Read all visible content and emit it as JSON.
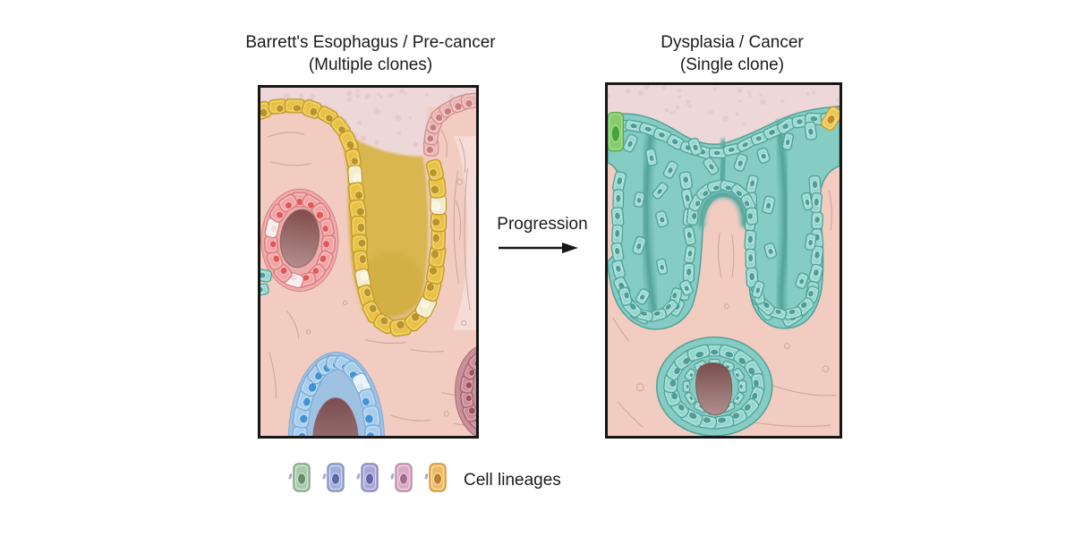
{
  "left_panel": {
    "title_line1": "Barrett's Esophagus / Pre-cancer",
    "title_line2": "(Multiple clones)"
  },
  "right_panel": {
    "title_line1": "Dysplasia / Cancer",
    "title_line2": "(Single clone)"
  },
  "progression": {
    "label": "Progression"
  },
  "legend": {
    "label": "Cell lineages",
    "cells": [
      {
        "name": "green-lineage",
        "body": "#a9c9ab",
        "stroke": "#7fa27f",
        "nucleus": "#69926f",
        "ring": "#cfe2cf"
      },
      {
        "name": "blue-lineage",
        "body": "#9fb0d8",
        "stroke": "#7c8ec0",
        "nucleus": "#5a6cab",
        "ring": "#c9d3ec"
      },
      {
        "name": "purple-lineage",
        "body": "#a9a5d6",
        "stroke": "#8884bf",
        "nucleus": "#6a66ad",
        "ring": "#d0cdec"
      },
      {
        "name": "pink-lineage",
        "body": "#d7a9c3",
        "stroke": "#bc87a9",
        "nucleus": "#a96e92",
        "ring": "#ead0df"
      },
      {
        "name": "orange-lineage",
        "body": "#edba66",
        "stroke": "#cf953a",
        "nucleus": "#c1832f",
        "ring": "#f6dfae"
      }
    ]
  },
  "palette": {
    "canvas": "#ffffff",
    "text": "#1b1b1b",
    "panel_border": "#161616",
    "tissue": "#f2cbc1",
    "surface": "#eed7d8",
    "surface_dots": "#e3c6ca",
    "pale_area": "#f5ded9",
    "squiggle": "#c2948b",
    "legend_dot": "#b3aac2",
    "lumen_top": "#7a4848",
    "lumen_bottom": "#b28c8c",
    "clones": {
      "yellow": {
        "body": "#e9c243",
        "stroke": "#bf9826",
        "nucleus": "#bc9326",
        "ring": "#eedd9a",
        "interior": "#d8b54b"
      },
      "pale_yellow": {
        "body": "#f3edd0",
        "nucleus": "#f8f4e0"
      },
      "pink": {
        "body": "#e9b3b3",
        "stroke": "#cf8f8f",
        "nucleus": "#c97c7c",
        "ring": "#f2d3d3"
      },
      "red": {
        "body": "#f2a4a4",
        "stroke": "#d87878",
        "nucleus": "#e25858",
        "ring": "#f8c8c8",
        "band": "#eeacac"
      },
      "pale_red": {
        "body": "#f7efed",
        "nucleus": "#f0dedd"
      },
      "blue": {
        "body": "#a8cdec",
        "stroke": "#78a8d8",
        "nucleus": "#4292d4",
        "ring": "#cce4f4",
        "band": "#9cc2e4"
      },
      "pale_blue": {
        "body": "#eaf3fa",
        "nucleus": "#d8eaf6"
      },
      "rose": {
        "body": "#ca8c97",
        "stroke": "#a9606e",
        "nucleus": "#9b5160",
        "ring": "#dfb3ba",
        "band": "#c4919c"
      },
      "teal": {
        "body": "#92d6cd",
        "stroke": "#4f9f97",
        "nucleus": "#4f9d96",
        "ring": "#c2ebe5",
        "mass": "#85cdc4",
        "streak": "#66b5ab",
        "streak_dark": "#549e94"
      },
      "green": {
        "body": "#86cc6e",
        "stroke": "#58ab44",
        "nucleus": "#47a13c",
        "ring": "#b9e4a9"
      },
      "orange": {
        "body": "#eec84e",
        "stroke": "#c9992b",
        "nucleus": "#c28c28",
        "ring": "#f2e3a6"
      }
    }
  }
}
